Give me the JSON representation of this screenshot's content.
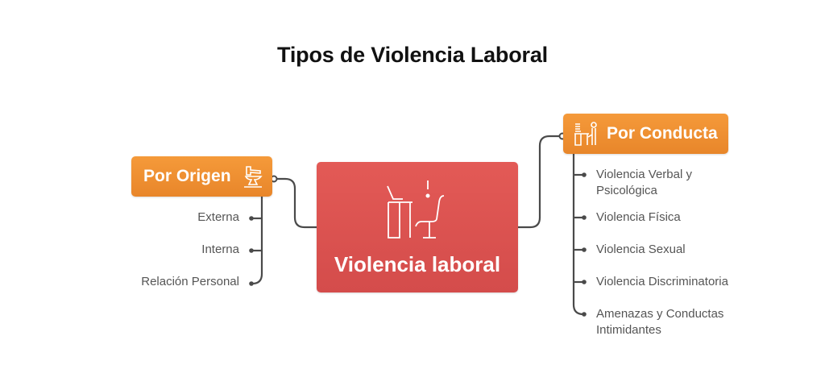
{
  "title": "Tipos de Violencia Laboral",
  "center": {
    "label": "Violencia laboral",
    "icon": "desk-chair-alert-icon",
    "color": "#dc5452"
  },
  "left_branch": {
    "label": "Por Origen",
    "icon": "anvil-icon",
    "color": "#ef8f33",
    "items": [
      "Externa",
      "Interna",
      "Relación Personal"
    ]
  },
  "right_branch": {
    "label": "Por Conducta",
    "icon": "office-worker-icon",
    "color": "#ef8f33",
    "items": [
      "Violencia Verbal y Psicológica",
      "Violencia Física",
      "Violencia Sexual",
      "Violencia Discriminatoria",
      "Amenazas y Conductas Intimidantes"
    ]
  }
}
